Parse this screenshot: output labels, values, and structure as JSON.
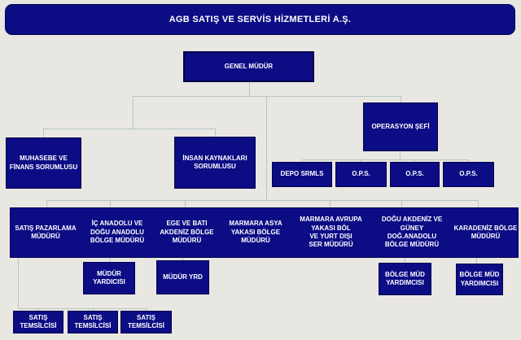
{
  "banner": {
    "title": "AGB SATIŞ VE SERVİS HİZMETLERİ A.Ş."
  },
  "colors": {
    "box_fill": "#0c0c85",
    "box_border": "#04044e",
    "connector": "#b5c5c9",
    "background": "#e9e7e2",
    "text": "#ffffff"
  },
  "nodes": {
    "genel_mudur": "GENEL MÜDÜR",
    "muhasebe": "MUHASEBE VE\nFİNANS SORUMLUSU",
    "insan_kaynaklari": "İNSAN KAYNAKLARI\nSORUMLUSU",
    "operasyon_sefi": "OPERASYON ŞEFİ",
    "depo_srmls": "DEPO SRMLS",
    "ops1": "O.P.S.",
    "ops2": "O.P.S.",
    "ops3": "O.P.S.",
    "satis_pazarlama": "SATIŞ PAZARLAMA\nMÜDÜRÜ",
    "ic_anadolu": "İÇ ANADOLU VE\nDOĞU ANADOLU\nBÖLGE MÜDÜRÜ",
    "ege_bati": "EGE VE BATI\nAKDENİZ BÖLGE\nMÜDÜRÜ",
    "marmara_asya": "MARMARA ASYA\nYAKASI BÖLGE\nMÜDÜRÜ",
    "marmara_avrupa": "MARMARA AVRUPA\nYAKASI BÖL\nVE YURT DIŞI\nSER  MÜDÜRÜ",
    "dogu_akdeniz": "DOĞU AKDENİZ VE\nGÜNEY\nDOĞ.ANADOLU\nBÖLGE MÜDÜRÜ",
    "karadeniz": "KARADENİZ BÖLGE\nMÜDÜRÜ",
    "mudur_yardicisi": "MÜDÜR\nYARDICISI",
    "mudur_yrd": "MÜDÜR YRD",
    "bolge_mud_yrd1": "BÖLGE MÜD\nYARDIMCISI",
    "bolge_mud_yrd2": "BÖLGE MÜD\nYARDIMCISI",
    "satis_tem1": "SATIŞ\nTEMSİLCİSİ",
    "satis_tem2": "SATIŞ\nTEMSİLCİSİ",
    "satis_tem3": "SATIŞ\nTEMSİLCİSİ"
  },
  "hierarchy": {
    "GENEL MÜDÜR": [
      "MUHASEBE VE FİNANS SORUMLUSU",
      "İNSAN KAYNAKLARI SORUMLUSU",
      "OPERASYON ŞEFİ",
      "SATIŞ PAZARLAMA MÜDÜRÜ",
      "İÇ ANADOLU VE DOĞU ANADOLU BÖLGE MÜDÜRÜ",
      "EGE VE BATI AKDENİZ BÖLGE MÜDÜRÜ",
      "MARMARA ASYA YAKASI BÖLGE MÜDÜRÜ",
      "MARMARA AVRUPA YAKASI BÖL VE YURT DIŞI SER MÜDÜRÜ",
      "DOĞU AKDENİZ VE GÜNEY DOĞ.ANADOLU BÖLGE MÜDÜRÜ",
      "KARADENİZ BÖLGE MÜDÜRÜ"
    ],
    "OPERASYON ŞEFİ": [
      "DEPO SRMLS",
      "O.P.S.",
      "O.P.S.",
      "O.P.S."
    ],
    "SATIŞ PAZARLAMA MÜDÜRÜ": [
      "SATIŞ TEMSİLCİSİ",
      "SATIŞ TEMSİLCİSİ",
      "SATIŞ TEMSİLCİSİ"
    ],
    "İÇ ANADOLU VE DOĞU ANADOLU BÖLGE MÜDÜRÜ": [
      "MÜDÜR YARDICISI"
    ],
    "EGE VE BATI AKDENİZ BÖLGE MÜDÜRÜ": [
      "MÜDÜR YRD"
    ],
    "DOĞU AKDENİZ VE GÜNEY DOĞ.ANADOLU BÖLGE MÜDÜRÜ": [
      "BÖLGE MÜD YARDIMCISI"
    ],
    "KARADENİZ BÖLGE MÜDÜRÜ": [
      "BÖLGE MÜD YARDIMCISI"
    ]
  }
}
